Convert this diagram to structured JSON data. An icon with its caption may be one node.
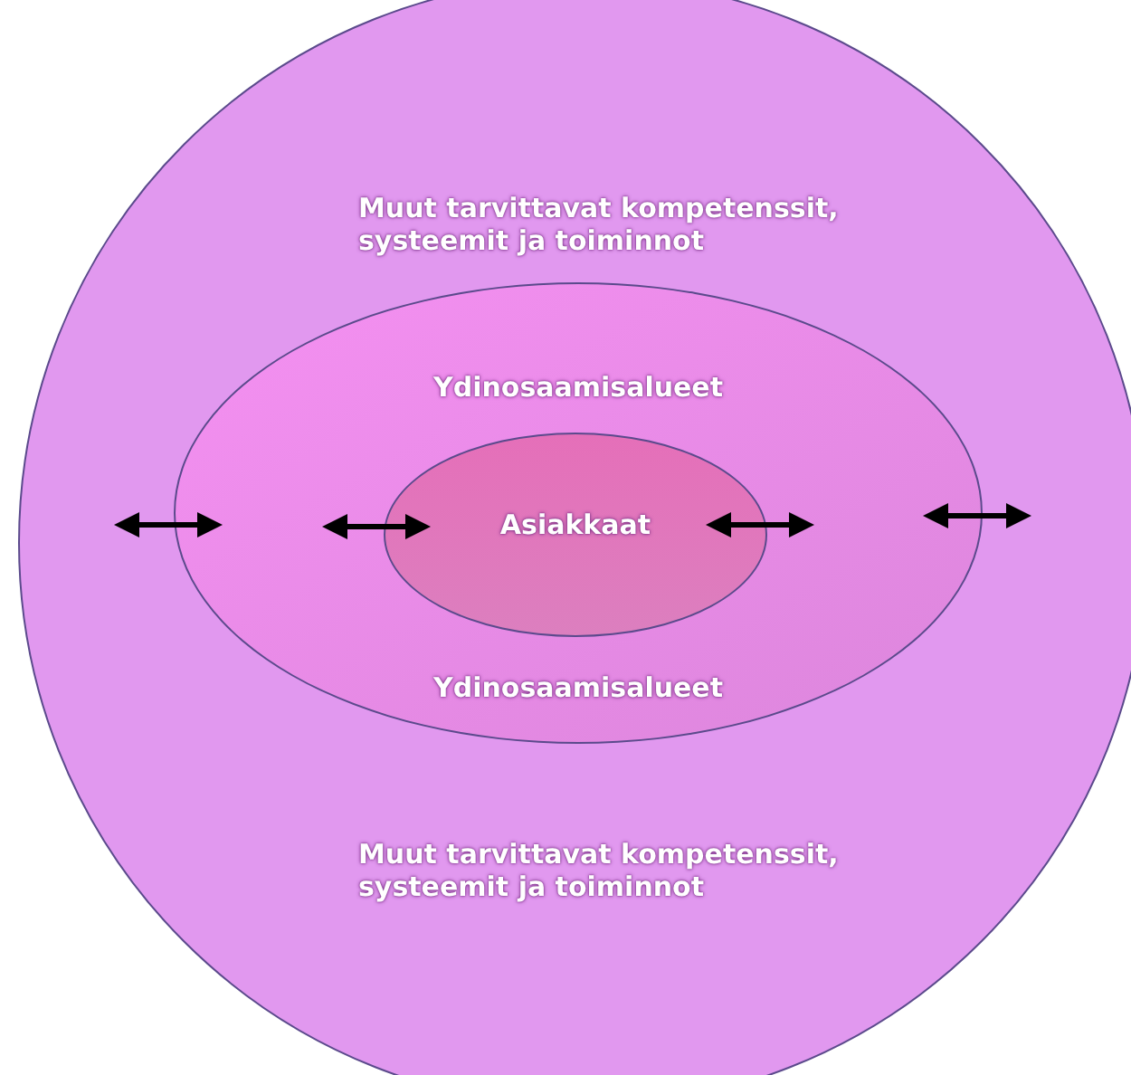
{
  "diagram": {
    "nodes": [
      {
        "text": [
          "Muut tarvittavat kompetenssit, systeemit ja toiminnot",
          "Muut tarvittavat kompetenssit, systeemit ja toiminnot"
        ]
      },
      {
        "text": [
          "Ydinosaamisalueet",
          "Ydinosaamisalueet"
        ],
        "in": 0
      },
      {
        "text": [
          "Asiakkaat"
        ],
        "in": 1
      }
    ]
  }
}
